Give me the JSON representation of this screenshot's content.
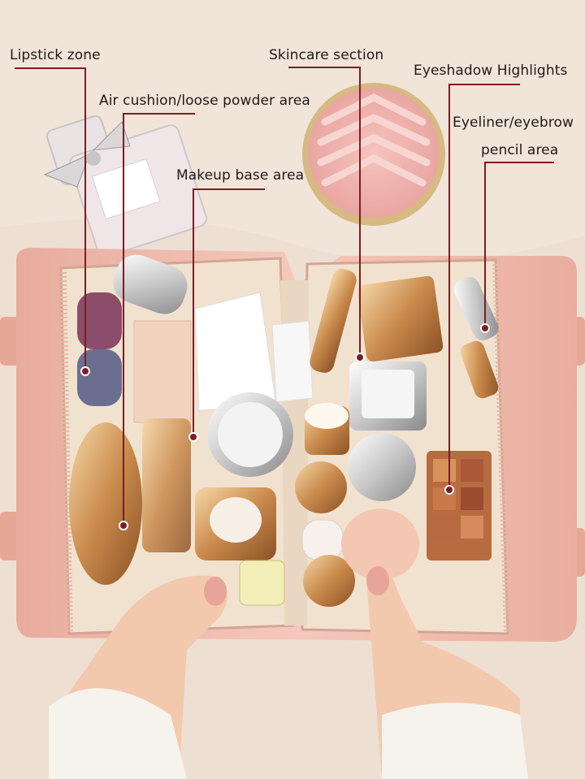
{
  "callouts": {
    "lipstick": "Lipstick zone",
    "air_cushion": "Air cushion/loose powder area",
    "makeup_base": "Makeup base area",
    "skincare": "Skincare section",
    "eyeshadow": "Eyeshadow Highlights",
    "eyeliner_line1": "Eyeliner/eyebrow",
    "eyeliner_line2": "pencil area"
  },
  "colors": {
    "background": "#efe2d6",
    "bag": "#f2c3b6",
    "lining": "#f1e2cf",
    "leader": "#7a1e26",
    "gold": "#d8a56a"
  }
}
